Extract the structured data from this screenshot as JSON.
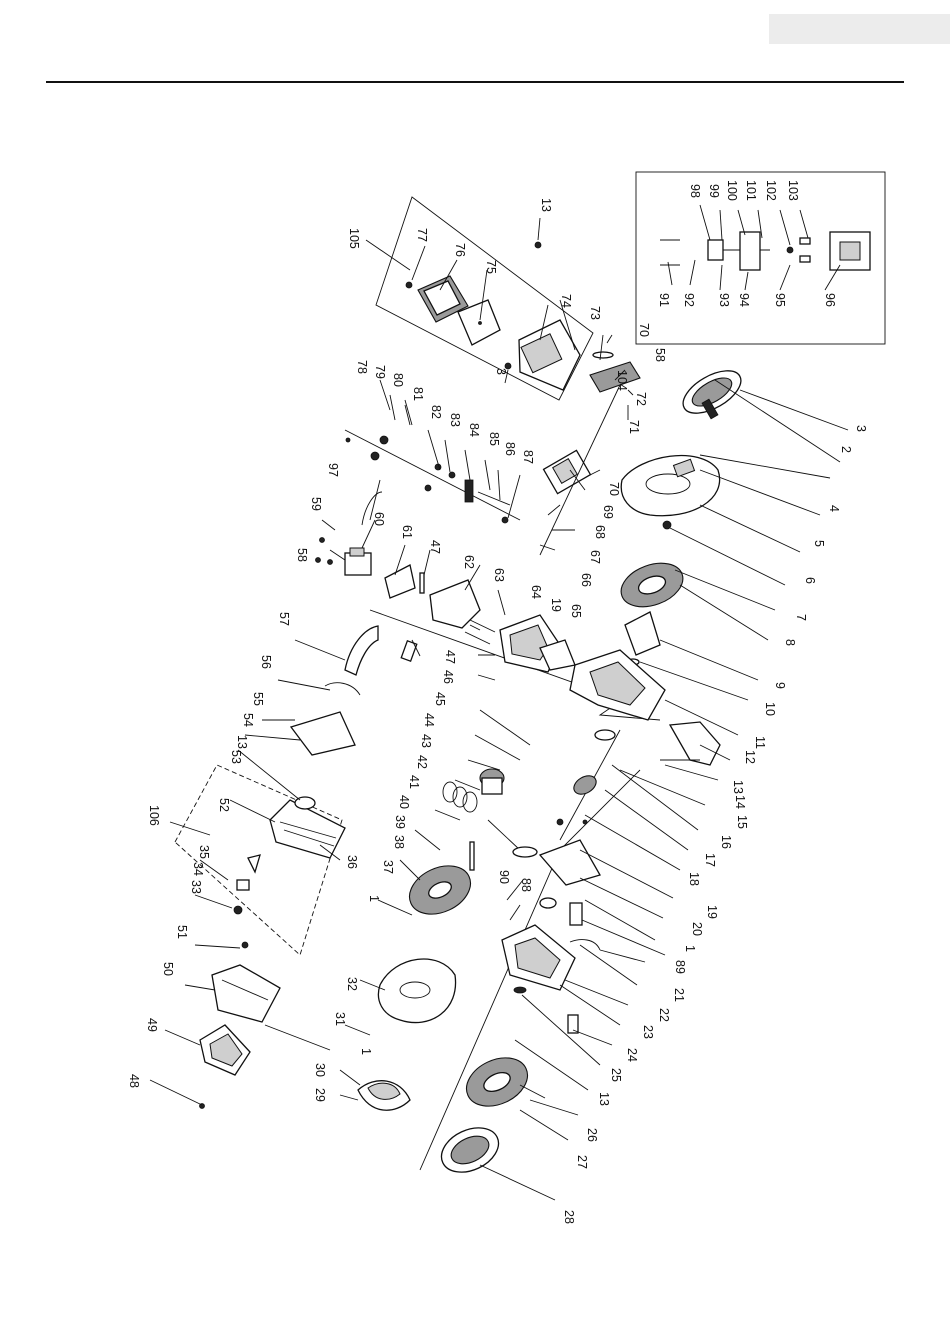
{
  "callouts": [
    "1",
    "2",
    "3",
    "4",
    "5",
    "6",
    "7",
    "8",
    "9",
    "10",
    "11",
    "12",
    "13",
    "14",
    "15",
    "16",
    "17",
    "18",
    "19",
    "20",
    "21",
    "22",
    "23",
    "24",
    "25",
    "26",
    "27",
    "28",
    "29",
    "30",
    "31",
    "32",
    "33",
    "34",
    "35",
    "36",
    "37",
    "38",
    "39",
    "40",
    "41",
    "42",
    "43",
    "44",
    "45",
    "46",
    "47",
    "48",
    "49",
    "50",
    "51",
    "52",
    "53",
    "54",
    "55",
    "56",
    "57",
    "58",
    "59",
    "60",
    "61",
    "62",
    "63",
    "64",
    "65",
    "66",
    "67",
    "68",
    "69",
    "70",
    "71",
    "72",
    "73",
    "74",
    "75",
    "76",
    "77",
    "78",
    "79",
    "80",
    "81",
    "82",
    "83",
    "84",
    "85",
    "86",
    "87",
    "88",
    "89",
    "90",
    "91",
    "92",
    "93",
    "94",
    "95",
    "96",
    "97",
    "98",
    "99",
    "100",
    "101",
    "102",
    "103",
    "104",
    "105",
    "106"
  ]
}
